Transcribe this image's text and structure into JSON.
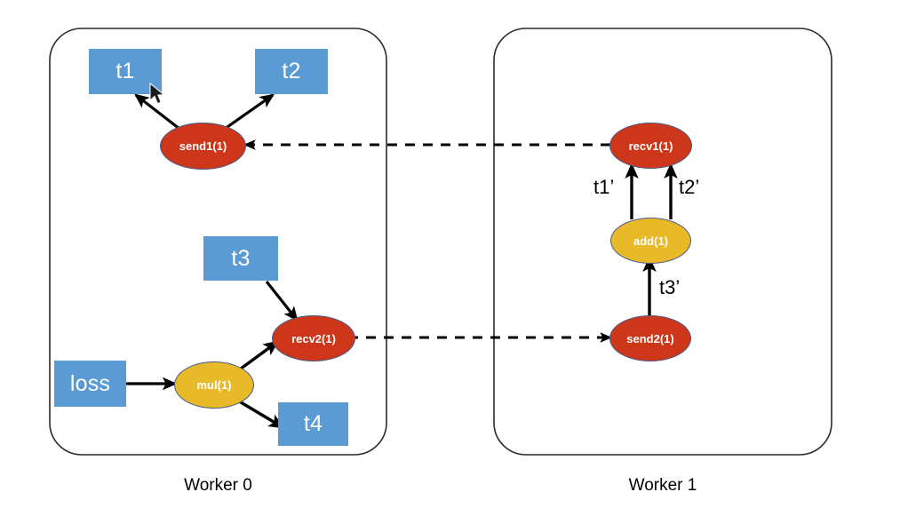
{
  "colors": {
    "box_fill": "#5B9BD5",
    "ellipse_red": "#CE3619",
    "ellipse_yellow": "#E8B929",
    "ellipse_stroke": "#4A5A8C",
    "panel_stroke": "#2B2B2B",
    "edge": "#000000",
    "text_on_shape": "#FFFFFF",
    "text_plain": "#000000",
    "background": "#FFFFFF"
  },
  "panels": [
    {
      "id": "worker0",
      "label": "Worker 0"
    },
    {
      "id": "worker1",
      "label": "Worker 1"
    }
  ],
  "worker0": {
    "label": "Worker 0",
    "boxes": [
      {
        "id": "t1",
        "label": "t1"
      },
      {
        "id": "t2",
        "label": "t2"
      },
      {
        "id": "t3",
        "label": "t3"
      },
      {
        "id": "t4",
        "label": "t4"
      },
      {
        "id": "loss",
        "label": "loss"
      }
    ],
    "ops": [
      {
        "id": "send1",
        "label": "send1(1)",
        "color": "red"
      },
      {
        "id": "recv2",
        "label": "recv2(1)",
        "color": "red"
      },
      {
        "id": "mul",
        "label": "mul(1)",
        "color": "yellow"
      }
    ]
  },
  "worker1": {
    "label": "Worker 1",
    "boxes": [],
    "ops": [
      {
        "id": "recv1",
        "label": "recv1(1)",
        "color": "red"
      },
      {
        "id": "add",
        "label": "add(1)",
        "color": "yellow"
      },
      {
        "id": "send2",
        "label": "send2(1)",
        "color": "red"
      }
    ],
    "edge_labels": [
      {
        "id": "t1p",
        "label": "t1’"
      },
      {
        "id": "t2p",
        "label": "t2’"
      },
      {
        "id": "t3p",
        "label": "t3’"
      }
    ]
  },
  "edges": [
    {
      "from": "send1",
      "to": "t1",
      "style": "solid"
    },
    {
      "from": "send1",
      "to": "t2",
      "style": "solid"
    },
    {
      "from": "t3",
      "to": "recv2",
      "style": "solid"
    },
    {
      "from": "loss",
      "to": "mul",
      "style": "solid"
    },
    {
      "from": "mul",
      "to": "recv2",
      "style": "solid"
    },
    {
      "from": "mul",
      "to": "t4",
      "style": "solid"
    },
    {
      "from": "recv1",
      "to": "send1",
      "style": "dashed"
    },
    {
      "from": "recv2",
      "to": "send2",
      "style": "dashed"
    },
    {
      "from": "add",
      "to": "recv1",
      "style": "solid",
      "label": "t1’"
    },
    {
      "from": "add",
      "to": "recv1",
      "style": "solid",
      "label": "t2’"
    },
    {
      "from": "send2",
      "to": "add",
      "style": "solid",
      "label": "t3’"
    }
  ]
}
